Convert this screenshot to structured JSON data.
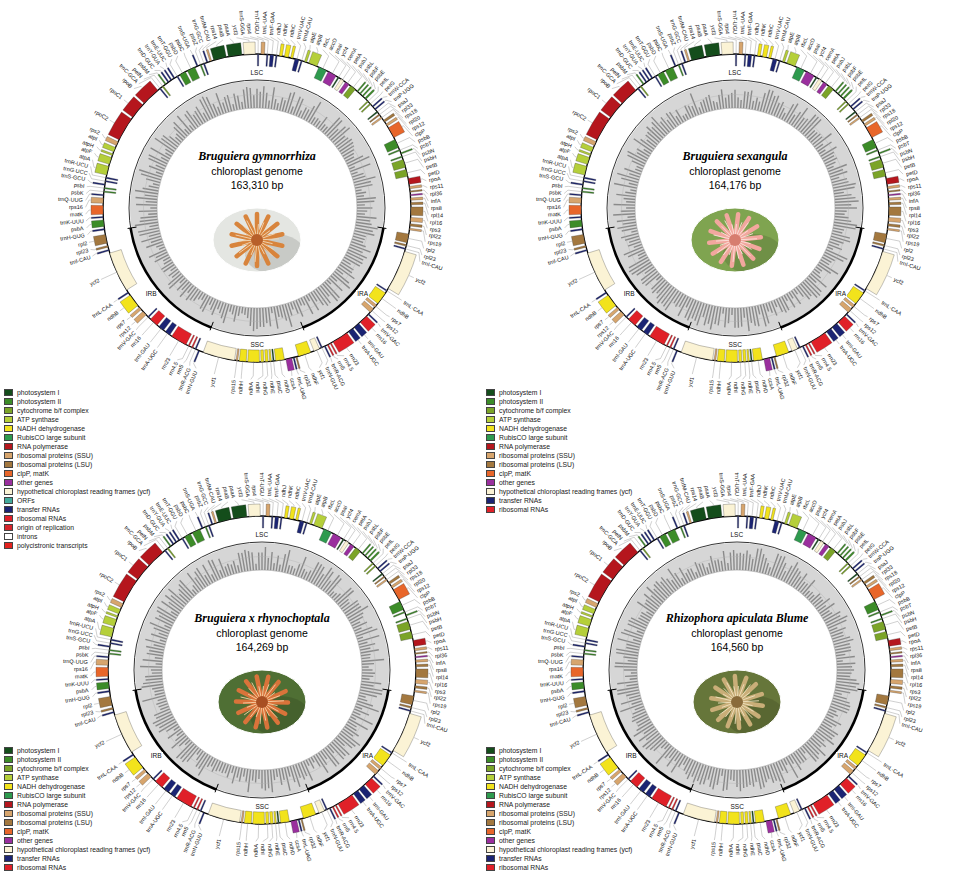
{
  "diagram": {
    "nodes": [
      {
        "text": [
          "Bruguiera gymnorrhiza",
          "chloroplast genome",
          "163,310 bp"
        ]
      },
      {
        "text": [
          "Bruguiera sexangula",
          "chloroplast genome",
          "164,176 bp"
        ]
      },
      {
        "text": [
          "Bruguiera x rhynochoptala",
          "chloroplast genome",
          "164,269 bp"
        ]
      },
      {
        "text": [
          "Rhizophora apiculata Blume",
          "chloroplast genome",
          "164,560 bp"
        ]
      }
    ],
    "labels": [
      "LSC",
      "IRA",
      "SSC",
      "IRB",
      "trnH-GUG",
      "psbA",
      "trnK-UUU",
      "matK",
      "rps16",
      "trnQ-UUG",
      "psbK",
      "psbI",
      "trnS-GCU",
      "trnG-UCC",
      "trnR-UCU",
      "atpA",
      "atpF",
      "atpH",
      "atpI",
      "rps2",
      "rpoC2",
      "rpoC1",
      "rpoB",
      "trnC-GCA",
      "petN",
      "psbM",
      "trnD-GUC",
      "trnY-GUA",
      "trnE-UUC",
      "trnT-GGU",
      "psbD",
      "psbC",
      "trnS-UGA",
      "psbZ",
      "trnG-GCC",
      "trnfM-CAU",
      "rps14",
      "psaB",
      "psaA",
      "ycf3",
      "trnS-GGA",
      "rps4",
      "trnT-UGU",
      "trnL-UAA",
      "trnF-GAA",
      "ndhJ",
      "ndhK",
      "ndhC",
      "trnV-UAC",
      "trnM-CAU",
      "atpE",
      "atpB",
      "rbcL",
      "accD",
      "psaI",
      "ycf4",
      "cemA",
      "petA",
      "psbJ",
      "psbL",
      "psbF",
      "psbE",
      "petL",
      "petG",
      "trnW-CCA",
      "trnP-UGG",
      "psaJ",
      "rpl33",
      "rps18",
      "rpl20",
      "rps12",
      "clpP",
      "psbB",
      "psbT",
      "psbN",
      "psbH",
      "petB",
      "petD",
      "rpoA",
      "rps11",
      "rpl36",
      "infA",
      "rps8",
      "rpl14",
      "rpl16",
      "rps3",
      "rpl22",
      "rps19",
      "rpl2",
      "rpl23",
      "trnI-CAU",
      "ycf2",
      "trnL-CAA",
      "ndhB",
      "rps7",
      "rps12",
      "trnV-GAC",
      "rrn16",
      "trnI-GAU",
      "trnA-UGC",
      "rrn23",
      "rrn4.5",
      "rrn5",
      "trnR-ACG",
      "trnN-GUU",
      "ycf1",
      "ndhF",
      "rpl32",
      "trnL-UAG",
      "ccsA",
      "ndhD",
      "psaC",
      "ndhE",
      "ndhG",
      "ndhI",
      "ndhA",
      "ndhH",
      "rps15",
      "ycf1",
      "trnN-GUU",
      "trnR-ACG",
      "rrn5",
      "rrn4.5",
      "rrn23",
      "trnA-UGC",
      "trnI-GAU",
      "rrn16",
      "trnV-GAC",
      "rps12",
      "rps7",
      "ndhB",
      "trnL-CAA",
      "ycf2",
      "trnI-CAU",
      "rpl23",
      "rpl2",
      "LSC",
      "IRA",
      "SSC",
      "IRB",
      "trnH-GUG",
      "psbA",
      "trnK-UUU",
      "matK",
      "rps16",
      "trnQ-UUG",
      "psbK",
      "psbI",
      "trnS-GCU",
      "trnG-UCC",
      "trnR-UCU",
      "atpA",
      "atpF",
      "atpH",
      "atpI",
      "rps2",
      "rpoC2",
      "rpoC1",
      "rpoB",
      "trnC-GCA",
      "petN",
      "psbM",
      "trnD-GUC",
      "trnY-GUA",
      "trnE-UUC",
      "trnT-GGU",
      "psbD",
      "psbC",
      "trnS-UGA",
      "psbZ",
      "trnG-GCC",
      "trnfM-CAU",
      "rps14",
      "psaB",
      "psaA",
      "ycf3",
      "trnS-GGA",
      "rps4",
      "trnT-UGU",
      "trnL-UAA",
      "trnF-GAA",
      "ndhJ",
      "ndhK",
      "ndhC",
      "trnV-UAC",
      "trnM-CAU",
      "atpE",
      "atpB",
      "rbcL",
      "accD",
      "psaI",
      "ycf4",
      "cemA",
      "petA",
      "psbJ",
      "psbL",
      "psbF",
      "psbE",
      "petL",
      "petG",
      "trnW-CCA",
      "trnP-UGG",
      "psaJ",
      "rpl33",
      "rps18",
      "rpl20",
      "rps12",
      "clpP",
      "psbB",
      "psbT",
      "psbN",
      "psbH",
      "petB",
      "petD",
      "rpoA",
      "rps11",
      "rpl36",
      "infA",
      "rps8",
      "rpl14",
      "rpl16",
      "rps3",
      "rpl22",
      "rps19",
      "rpl2",
      "rpl23",
      "trnI-CAU",
      "ycf2",
      "trnL-CAA",
      "ndhB",
      "rps7",
      "rps12",
      "trnV-GAC",
      "rrn16",
      "trnI-GAU",
      "trnA-UGC",
      "rrn23",
      "rrn4.5",
      "rrn5",
      "trnR-ACG",
      "trnN-GUU",
      "ycf1",
      "ndhF",
      "rpl32",
      "trnL-UAG",
      "ccsA",
      "ndhD",
      "psaC",
      "ndhE",
      "ndhG",
      "ndhI",
      "ndhA",
      "ndhH",
      "rps15",
      "ycf1",
      "trnN-GUU",
      "trnR-ACG",
      "rrn5",
      "rrn4.5",
      "rrn23",
      "trnA-UGC",
      "trnI-GAU",
      "rrn16",
      "trnV-GAC",
      "rps12",
      "rps7",
      "ndhB",
      "trnL-CAA",
      "ycf2",
      "trnI-CAU",
      "rpl23",
      "rpl2",
      "LSC",
      "IRA",
      "SSC",
      "IRB",
      "trnH-GUG",
      "psbA",
      "trnK-UUU",
      "matK",
      "rps16",
      "trnQ-UUG",
      "psbK",
      "psbI",
      "trnS-GCU",
      "trnG-UCC",
      "trnR-UCU",
      "atpA",
      "atpF",
      "atpH",
      "atpI",
      "rps2",
      "rpoC2",
      "rpoC1",
      "rpoB",
      "trnC-GCA",
      "petN",
      "psbM",
      "trnD-GUC",
      "trnY-GUA",
      "trnE-UUC",
      "trnT-GGU",
      "psbD",
      "psbC",
      "trnS-UGA",
      "psbZ",
      "trnG-GCC",
      "trnfM-CAU",
      "rps14",
      "psaB",
      "psaA",
      "ycf3",
      "trnS-GGA",
      "rps4",
      "trnT-UGU",
      "trnL-UAA",
      "trnF-GAA",
      "ndhJ",
      "ndhK",
      "ndhC",
      "trnV-UAC",
      "trnM-CAU",
      "atpE",
      "atpB",
      "rbcL",
      "accD",
      "psaI",
      "ycf4",
      "cemA",
      "petA",
      "psbJ",
      "psbL",
      "psbF",
      "psbE",
      "petL",
      "petG",
      "trnW-CCA",
      "trnP-UGG",
      "psaJ",
      "rpl33",
      "rps18",
      "rpl20",
      "rps12",
      "clpP",
      "psbB",
      "psbT",
      "psbN",
      "psbH",
      "petB",
      "petD",
      "rpoA",
      "rps11",
      "rpl36",
      "infA",
      "rps8",
      "rpl14",
      "rpl16",
      "rps3",
      "rpl22",
      "rps19",
      "rpl2",
      "rpl23",
      "trnI-CAU",
      "ycf2",
      "trnL-CAA",
      "ndhB",
      "rps7",
      "rps12",
      "trnV-GAC",
      "rrn16",
      "trnI-GAU",
      "trnA-UGC",
      "rrn23",
      "rrn4.5",
      "rrn5",
      "trnR-ACG",
      "trnN-GUU",
      "ycf1",
      "ndhF",
      "rpl32",
      "trnL-UAG",
      "ccsA",
      "ndhD",
      "psaC",
      "ndhE",
      "ndhG",
      "ndhI",
      "ndhA",
      "ndhH",
      "rps15",
      "ycf1",
      "trnN-GUU",
      "trnR-ACG",
      "rrn5",
      "rrn4.5",
      "rrn23",
      "trnA-UGC",
      "trnI-GAU",
      "rrn16",
      "trnV-GAC",
      "rps12",
      "rps7",
      "ndhB",
      "trnL-CAA",
      "ycf2",
      "trnI-CAU",
      "rpl23",
      "rpl2",
      "LSC",
      "IRA",
      "SSC",
      "IRB",
      "trnH-GUG",
      "psbA",
      "trnK-UUU",
      "matK",
      "rps16",
      "trnQ-UUG",
      "psbK",
      "psbI",
      "trnS-GCU",
      "trnG-UCC",
      "trnR-UCU",
      "atpA",
      "atpF",
      "atpH",
      "atpI",
      "rps2",
      "rpoC2",
      "rpoC1",
      "rpoB",
      "trnC-GCA",
      "petN",
      "psbM",
      "trnD-GUC",
      "trnY-GUA",
      "trnE-UUC",
      "trnT-GGU",
      "psbD",
      "psbC",
      "trnS-UGA",
      "psbZ",
      "trnG-GCC",
      "trnfM-CAU",
      "rps14",
      "psaB",
      "psaA",
      "ycf3",
      "trnS-GGA",
      "rps4",
      "trnT-UGU",
      "trnL-UAA",
      "trnF-GAA",
      "ndhJ",
      "ndhK",
      "ndhC",
      "trnV-UAC",
      "trnM-CAU",
      "atpE",
      "atpB",
      "rbcL",
      "accD",
      "psaI",
      "ycf4",
      "cemA",
      "petA",
      "psbJ",
      "psbL",
      "psbF",
      "psbE",
      "petL",
      "petG",
      "trnW-CCA",
      "trnP-UGG",
      "psaJ",
      "rpl33",
      "rps18",
      "rpl20",
      "rps12",
      "clpP",
      "psbB",
      "psbT",
      "psbN",
      "psbH",
      "petB",
      "petD",
      "rpoA",
      "rps11",
      "rpl36",
      "infA",
      "rps8",
      "rpl14",
      "rpl16",
      "rps3",
      "rpl22",
      "rps19",
      "rpl2",
      "rpl23",
      "trnI-CAU",
      "ycf2",
      "trnL-CAA",
      "ndhB",
      "rps7",
      "rps12",
      "trnV-GAC",
      "rrn16",
      "trnI-GAU",
      "trnA-UGC",
      "rrn23",
      "rrn4.5",
      "rrn5",
      "trnR-ACG",
      "trnN-GUU",
      "ycf1",
      "ndhF",
      "rpl32",
      "trnL-UAG",
      "ccsA",
      "ndhD",
      "psaC",
      "ndhE",
      "ndhG",
      "ndhI",
      "ndhA",
      "ndhH",
      "rps15",
      "ycf1",
      "trnN-GUU",
      "trnR-ACG",
      "rrn5",
      "rrn4.5",
      "rrn23",
      "trnA-UGC",
      "trnI-GAU",
      "rrn16",
      "trnV-GAC",
      "rps12",
      "rps7",
      "ndhB",
      "trnL-CAA",
      "ycf2",
      "trnI-CAU",
      "rpl23",
      "rpl2"
    ],
    "legend": [
      {
        "text": "photosystem I",
        "color": "#144d1b"
      },
      {
        "text": "photosystem II",
        "color": "#3c8c28"
      },
      {
        "text": "cytochrome b/f complex",
        "color": "#7ba428"
      },
      {
        "text": "ATP synthase",
        "color": "#b5cf3a"
      },
      {
        "text": "NADH dehydrogenase",
        "color": "#f2e31c"
      },
      {
        "text": "RubisCO large subunit",
        "color": "#2e9a4e"
      },
      {
        "text": "RNA polymerase",
        "color": "#b5161d"
      },
      {
        "text": "ribosomal proteins (SSU)",
        "color": "#d7a56d"
      },
      {
        "text": "ribosomal proteins (LSU)",
        "color": "#a3783f"
      },
      {
        "text": "clpP, matK",
        "color": "#e8662a"
      },
      {
        "text": "other genes",
        "color": "#9a2f9e"
      },
      {
        "text": "hypothetical chloroplast reading frames (ycf)",
        "color": "#fbf3d5"
      },
      {
        "text": "ORFs",
        "color": "#43aa9b"
      },
      {
        "text": "transfer RNAs",
        "color": "#1b2473"
      },
      {
        "text": "ribosomal RNAs",
        "color": "#e02028"
      },
      {
        "text": "origin of replication",
        "color": "#d6262c"
      },
      {
        "text": "introns",
        "color": "#ffffff"
      },
      {
        "text": "polycistronic transcripts",
        "color": "#e3221d"
      },
      {
        "text": "photosystem I",
        "color": "#144d1b"
      },
      {
        "text": "photosystem II",
        "color": "#3c8c28"
      },
      {
        "text": "cytochrome b/f complex",
        "color": "#7ba428"
      },
      {
        "text": "ATP synthase",
        "color": "#b5cf3a"
      },
      {
        "text": "NADH dehydrogenase",
        "color": "#f2e31c"
      },
      {
        "text": "RubisCO large subunit",
        "color": "#2e9a4e"
      },
      {
        "text": "RNA polymerase",
        "color": "#b5161d"
      },
      {
        "text": "ribosomal proteins (SSU)",
        "color": "#d7a56d"
      },
      {
        "text": "ribosomal proteins (LSU)",
        "color": "#a3783f"
      },
      {
        "text": "clpP, matK",
        "color": "#e8662a"
      },
      {
        "text": "other genes",
        "color": "#9a2f9e"
      },
      {
        "text": "hypothetical chloroplast reading frames (ycf)",
        "color": "#fbf3d5"
      },
      {
        "text": "transfer RNAs",
        "color": "#1b2473"
      },
      {
        "text": "ribosomal RNAs",
        "color": "#e02028"
      },
      {
        "text": "photosystem I",
        "color": "#144d1b"
      },
      {
        "text": "photosystem II",
        "color": "#3c8c28"
      },
      {
        "text": "cytochrome b/f complex",
        "color": "#7ba428"
      },
      {
        "text": "ATP synthase",
        "color": "#b5cf3a"
      },
      {
        "text": "NADH dehydrogenase",
        "color": "#f2e31c"
      },
      {
        "text": "RubisCO large subunit",
        "color": "#2e9a4e"
      },
      {
        "text": "RNA polymerase",
        "color": "#b5161d"
      },
      {
        "text": "ribosomal proteins (SSU)",
        "color": "#d7a56d"
      },
      {
        "text": "ribosomal proteins (LSU)",
        "color": "#a3783f"
      },
      {
        "text": "clpP, matK",
        "color": "#e8662a"
      },
      {
        "text": "other genes",
        "color": "#9a2f9e"
      },
      {
        "text": "hypothetical chloroplast reading frames (ycf)",
        "color": "#fbf3d5"
      },
      {
        "text": "transfer RNAs",
        "color": "#1b2473"
      },
      {
        "text": "ribosomal RNAs",
        "color": "#e02028"
      },
      {
        "text": "photosystem I",
        "color": "#144d1b"
      },
      {
        "text": "photosystem II",
        "color": "#3c8c28"
      },
      {
        "text": "cytochrome b/f complex",
        "color": "#7ba428"
      },
      {
        "text": "ATP synthase",
        "color": "#b5cf3a"
      },
      {
        "text": "NADH dehydrogenase",
        "color": "#f2e31c"
      },
      {
        "text": "RubisCO large subunit",
        "color": "#2e9a4e"
      },
      {
        "text": "RNA polymerase",
        "color": "#b5161d"
      },
      {
        "text": "ribosomal proteins (SSU)",
        "color": "#d7a56d"
      },
      {
        "text": "ribosomal proteins (LSU)",
        "color": "#a3783f"
      },
      {
        "text": "clpP, matK",
        "color": "#e8662a"
      },
      {
        "text": "other genes",
        "color": "#9a2f9e"
      },
      {
        "text": "hypothetical chloroplast reading frames (ycf)",
        "color": "#fbf3d5"
      },
      {
        "text": "transfer RNAs",
        "color": "#1b2473"
      },
      {
        "text": "ribosomal RNAs",
        "color": "#e02028"
      }
    ]
  }
}
